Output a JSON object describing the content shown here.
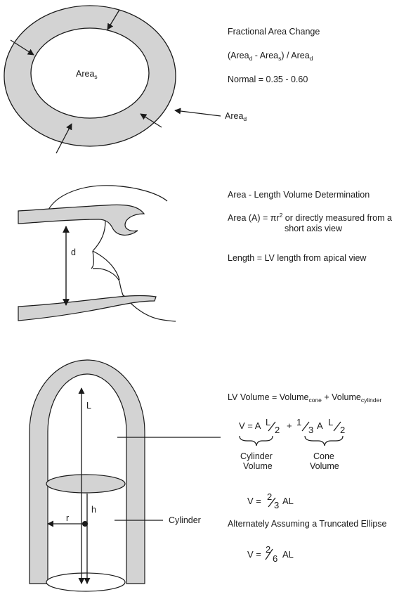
{
  "panel1": {
    "title": "Fractional Area Change",
    "formula": {
      "open": "(Area",
      "sub_d": "d",
      "minus": " - Area",
      "sub_s": "s",
      "close": ") / Area",
      "sub_d2": "d"
    },
    "normal": "Normal = 0.35 - 0.60",
    "inner_label": {
      "text": "Area",
      "sub": "s"
    },
    "outer_label": {
      "text": "Area",
      "sub": "d"
    }
  },
  "panel2": {
    "title": "Area - Length Volume Determination",
    "area_line1_a": "Area (A) = ",
    "area_pi": "π",
    "area_r": "r",
    "area_sup": "2",
    "area_line1_b": " or directly measured from a",
    "area_line2": "short axis view",
    "length": "Length = LV length from apical view",
    "d_label": "d"
  },
  "panel3": {
    "lv_volume": {
      "text": "LV Volume = Volume",
      "sub1": "cone",
      "plus": " + Volume",
      "sub2": "cylinder"
    },
    "formula1": {
      "v": "V = A",
      "l1": "L",
      "d1": "2",
      "plus": "+",
      "n2": "1",
      "d2": "3",
      "a": "A",
      "l3": "L",
      "d3": "2"
    },
    "cylinder_volume": [
      "Cylinder",
      "Volume"
    ],
    "cone_volume": [
      "Cone",
      "Volume"
    ],
    "formula2": {
      "v": "V =",
      "n": "2",
      "d": "3",
      "rest": "AL"
    },
    "alternately": "Alternately Assuming a Truncated Ellipse",
    "formula3": {
      "v": "V =",
      "n": "2",
      "d": "6",
      "rest": "AL"
    },
    "cylinder_label": "Cylinder",
    "L_label": "L",
    "h_label": "h",
    "r_label": "r"
  }
}
